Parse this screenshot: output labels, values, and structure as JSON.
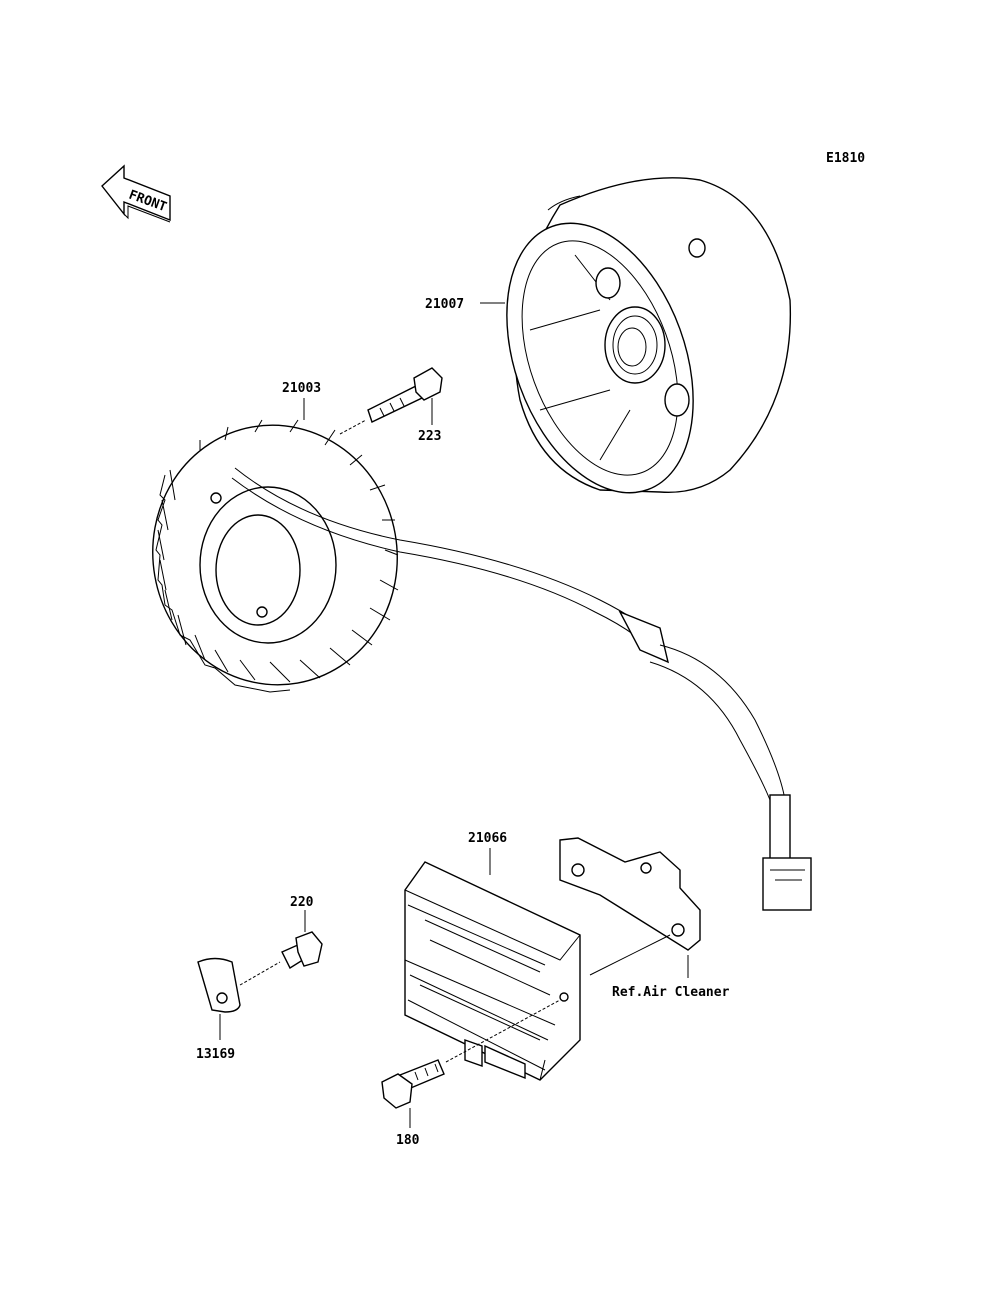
{
  "diagram_code": "E1810",
  "direction_label": "FRONT",
  "parts": {
    "flywheel": "21007",
    "stator": "21003",
    "stator_bolt": "223",
    "regulator": "21066",
    "bolt_small": "220",
    "bracket": "13169",
    "regulator_bolt": "180"
  },
  "reference_note": "Ref.Air Cleaner"
}
